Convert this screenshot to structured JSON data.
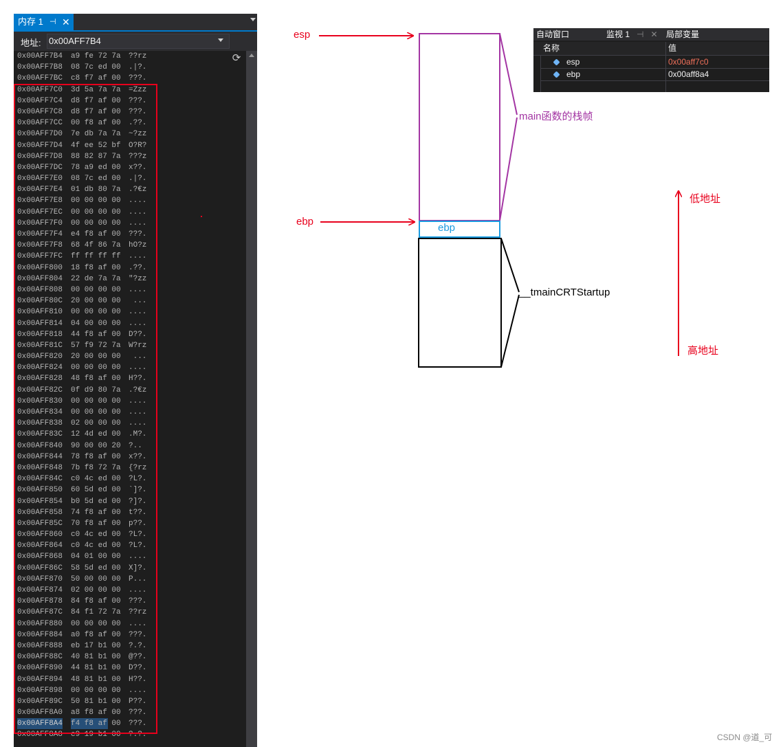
{
  "memory_window": {
    "tab_title": "内存 1",
    "pin_glyph": "⊣",
    "close_glyph": "✕",
    "address_label": "地址:",
    "address_value": "0x00AFF7B4",
    "rows": [
      {
        "addr": "0x00AFF7B4",
        "bytes": "a9 fe 72 7a",
        "ascii": "??rz"
      },
      {
        "addr": "0x00AFF7B8",
        "bytes": "08 7c ed 00",
        "ascii": ".|?."
      },
      {
        "addr": "0x00AFF7BC",
        "bytes": "c8 f7 af 00",
        "ascii": "???."
      },
      {
        "addr": "0x00AFF7C0",
        "bytes": "3d 5a 7a 7a",
        "ascii": "=Zzz"
      },
      {
        "addr": "0x00AFF7C4",
        "bytes": "d8 f7 af 00",
        "ascii": "???."
      },
      {
        "addr": "0x00AFF7C8",
        "bytes": "d8 f7 af 00",
        "ascii": "???."
      },
      {
        "addr": "0x00AFF7CC",
        "bytes": "00 f8 af 00",
        "ascii": ".??."
      },
      {
        "addr": "0x00AFF7D0",
        "bytes": "7e db 7a 7a",
        "ascii": "~?zz"
      },
      {
        "addr": "0x00AFF7D4",
        "bytes": "4f ee 52 bf",
        "ascii": "O?R?"
      },
      {
        "addr": "0x00AFF7D8",
        "bytes": "88 82 87 7a",
        "ascii": "???z"
      },
      {
        "addr": "0x00AFF7DC",
        "bytes": "78 a9 ed 00",
        "ascii": "x??."
      },
      {
        "addr": "0x00AFF7E0",
        "bytes": "08 7c ed 00",
        "ascii": ".|?."
      },
      {
        "addr": "0x00AFF7E4",
        "bytes": "01 db 80 7a",
        "ascii": ".?€z"
      },
      {
        "addr": "0x00AFF7E8",
        "bytes": "00 00 00 00",
        "ascii": "...."
      },
      {
        "addr": "0x00AFF7EC",
        "bytes": "00 00 00 00",
        "ascii": "...."
      },
      {
        "addr": "0x00AFF7F0",
        "bytes": "00 00 00 00",
        "ascii": "...."
      },
      {
        "addr": "0x00AFF7F4",
        "bytes": "e4 f8 af 00",
        "ascii": "???."
      },
      {
        "addr": "0x00AFF7F8",
        "bytes": "68 4f 86 7a",
        "ascii": "hO?z"
      },
      {
        "addr": "0x00AFF7FC",
        "bytes": "ff ff ff ff",
        "ascii": "...."
      },
      {
        "addr": "0x00AFF800",
        "bytes": "18 f8 af 00",
        "ascii": ".??."
      },
      {
        "addr": "0x00AFF804",
        "bytes": "22 de 7a 7a",
        "ascii": "\"?zz"
      },
      {
        "addr": "0x00AFF808",
        "bytes": "00 00 00 00",
        "ascii": "...."
      },
      {
        "addr": "0x00AFF80C",
        "bytes": "20 00 00 00",
        "ascii": " ..."
      },
      {
        "addr": "0x00AFF810",
        "bytes": "00 00 00 00",
        "ascii": "...."
      },
      {
        "addr": "0x00AFF814",
        "bytes": "04 00 00 00",
        "ascii": "...."
      },
      {
        "addr": "0x00AFF818",
        "bytes": "44 f8 af 00",
        "ascii": "D??."
      },
      {
        "addr": "0x00AFF81C",
        "bytes": "57 f9 72 7a",
        "ascii": "W?rz"
      },
      {
        "addr": "0x00AFF820",
        "bytes": "20 00 00 00",
        "ascii": " ..."
      },
      {
        "addr": "0x00AFF824",
        "bytes": "00 00 00 00",
        "ascii": "...."
      },
      {
        "addr": "0x00AFF828",
        "bytes": "48 f8 af 00",
        "ascii": "H??."
      },
      {
        "addr": "0x00AFF82C",
        "bytes": "0f d9 80 7a",
        "ascii": ".?€z"
      },
      {
        "addr": "0x00AFF830",
        "bytes": "00 00 00 00",
        "ascii": "...."
      },
      {
        "addr": "0x00AFF834",
        "bytes": "00 00 00 00",
        "ascii": "...."
      },
      {
        "addr": "0x00AFF838",
        "bytes": "02 00 00 00",
        "ascii": "...."
      },
      {
        "addr": "0x00AFF83C",
        "bytes": "12 4d ed 00",
        "ascii": ".M?."
      },
      {
        "addr": "0x00AFF840",
        "bytes": "90 00 00 20",
        "ascii": "?.. "
      },
      {
        "addr": "0x00AFF844",
        "bytes": "78 f8 af 00",
        "ascii": "x??."
      },
      {
        "addr": "0x00AFF848",
        "bytes": "7b f8 72 7a",
        "ascii": "{?rz"
      },
      {
        "addr": "0x00AFF84C",
        "bytes": "c0 4c ed 00",
        "ascii": "?L?."
      },
      {
        "addr": "0x00AFF850",
        "bytes": "60 5d ed 00",
        "ascii": "`]?."
      },
      {
        "addr": "0x00AFF854",
        "bytes": "b0 5d ed 00",
        "ascii": "?]?."
      },
      {
        "addr": "0x00AFF858",
        "bytes": "74 f8 af 00",
        "ascii": "t??."
      },
      {
        "addr": "0x00AFF85C",
        "bytes": "70 f8 af 00",
        "ascii": "p??."
      },
      {
        "addr": "0x00AFF860",
        "bytes": "c0 4c ed 00",
        "ascii": "?L?."
      },
      {
        "addr": "0x00AFF864",
        "bytes": "c0 4c ed 00",
        "ascii": "?L?."
      },
      {
        "addr": "0x00AFF868",
        "bytes": "04 01 00 00",
        "ascii": "...."
      },
      {
        "addr": "0x00AFF86C",
        "bytes": "58 5d ed 00",
        "ascii": "X]?."
      },
      {
        "addr": "0x00AFF870",
        "bytes": "50 00 00 00",
        "ascii": "P..."
      },
      {
        "addr": "0x00AFF874",
        "bytes": "02 00 00 00",
        "ascii": "...."
      },
      {
        "addr": "0x00AFF878",
        "bytes": "84 f8 af 00",
        "ascii": "???."
      },
      {
        "addr": "0x00AFF87C",
        "bytes": "84 f1 72 7a",
        "ascii": "??rz"
      },
      {
        "addr": "0x00AFF880",
        "bytes": "00 00 00 00",
        "ascii": "...."
      },
      {
        "addr": "0x00AFF884",
        "bytes": "a0 f8 af 00",
        "ascii": "???."
      },
      {
        "addr": "0x00AFF888",
        "bytes": "eb 17 b1 00",
        "ascii": "?.?."
      },
      {
        "addr": "0x00AFF88C",
        "bytes": "40 81 b1 00",
        "ascii": "@??."
      },
      {
        "addr": "0x00AFF890",
        "bytes": "44 81 b1 00",
        "ascii": "D??."
      },
      {
        "addr": "0x00AFF894",
        "bytes": "48 81 b1 00",
        "ascii": "H??."
      },
      {
        "addr": "0x00AFF898",
        "bytes": "00 00 00 00",
        "ascii": "...."
      },
      {
        "addr": "0x00AFF89C",
        "bytes": "50 81 b1 00",
        "ascii": "P??."
      },
      {
        "addr": "0x00AFF8A0",
        "bytes": "a8 f8 af 00",
        "ascii": "???."
      },
      {
        "addr": "0x00AFF8A4",
        "bytes": "f4 f8 af 00",
        "ascii": "???.",
        "highlighted": true
      },
      {
        "addr": "0x00AFF8A8",
        "bytes": "c9 19 b1 00",
        "ascii": "?.?."
      }
    ]
  },
  "watch_window": {
    "tab_auto": "自动窗口",
    "tab_watch1": "监视 1",
    "tab_locals": "局部变量",
    "col_name": "名称",
    "col_value": "值",
    "rows": [
      {
        "name": "esp",
        "value": "0x00aff7c0",
        "value_color": "#f0705a"
      },
      {
        "name": "ebp",
        "value": "0x00aff8a4",
        "value_color": "#f1f1f1"
      }
    ]
  },
  "diagram": {
    "esp_label": "esp",
    "ebp_pointer_label": "ebp",
    "main_frame_label": "main函数的栈帧",
    "ebp_box_label": "ebp",
    "startup_label": "__tmainCRTStartup",
    "low_address_label": "低地址",
    "high_address_label": "高地址"
  },
  "watermark": "CSDN @道_可",
  "colors": {
    "red": "#e8001c",
    "purple": "#a335a3",
    "blue": "#1a9be0",
    "vs_blue": "#007acc"
  }
}
